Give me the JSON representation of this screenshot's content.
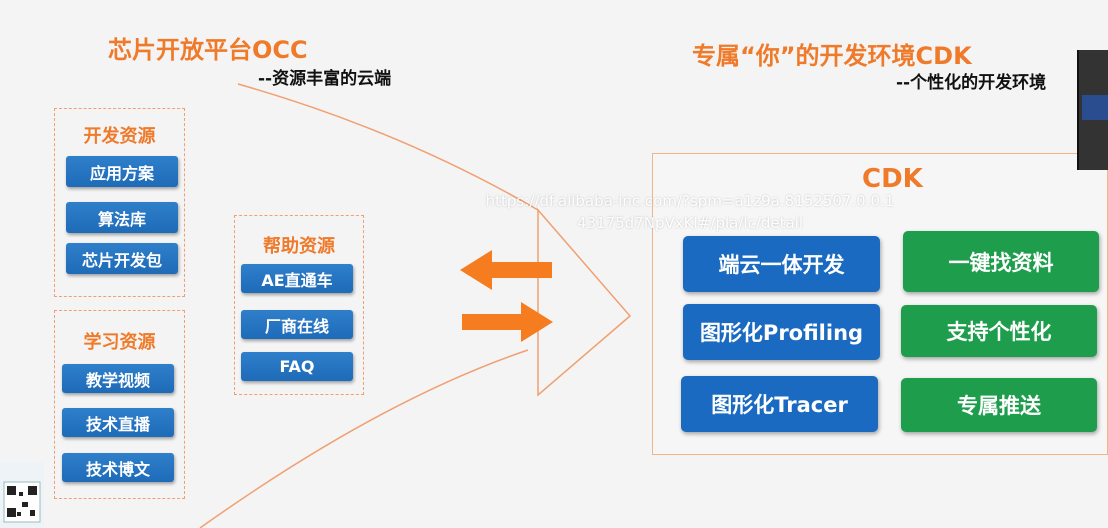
{
  "occ": {
    "title": "芯片开放平台OCC",
    "subtitle": "--资源丰富的云端",
    "dev_resources": {
      "title": "开发资源",
      "items": [
        "应用方案",
        "算法库",
        "芯片开发包"
      ]
    },
    "learn_resources": {
      "title": "学习资源",
      "items": [
        "教学视频",
        "技术直播",
        "技术博文"
      ]
    },
    "help_resources": {
      "title": "帮助资源",
      "items": [
        "AE直通车",
        "厂商在线",
        "FAQ"
      ]
    }
  },
  "cdk": {
    "title": "专属“你”的开发环境CDK",
    "subtitle": "--个性化的开发环境",
    "box_title": "CDK",
    "left_buttons": [
      "端云一体开发",
      "图形化Profiling",
      "图形化Tracer"
    ],
    "right_buttons": [
      "一键找资料",
      "支持个性化",
      "专属推送"
    ]
  },
  "overlay_url": "https://df.alibaba-inc.com/?spm=a1z9a.8152507.0.0.143175d7NpVxKI#/pla/lc/detail",
  "colors": {
    "accent_orange": "#ef7a2a",
    "button_blue": "#1b6ac1",
    "button_green": "#1e9e4c"
  }
}
